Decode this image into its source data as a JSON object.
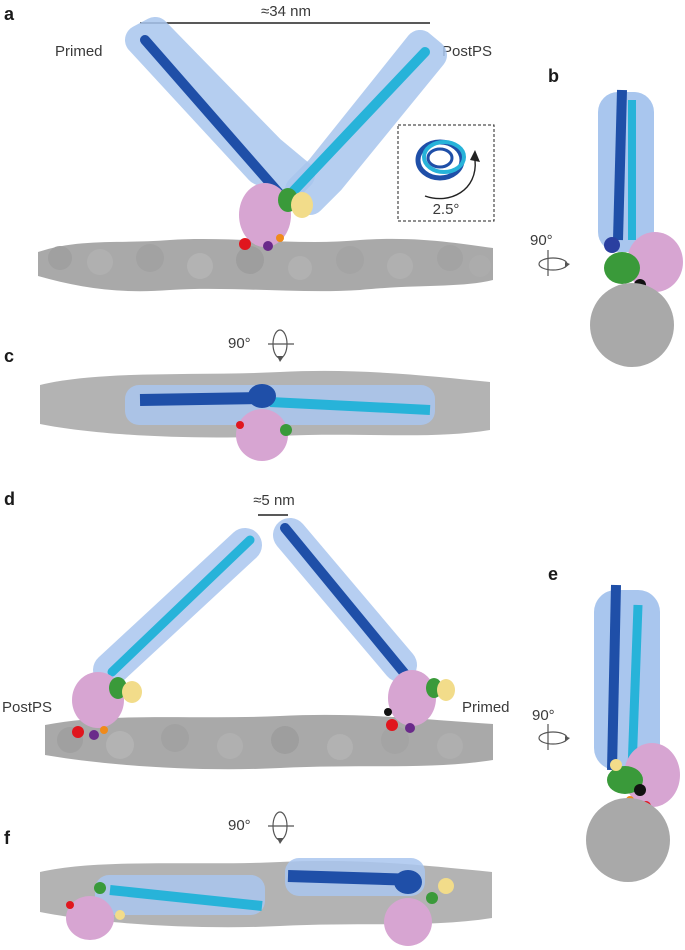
{
  "panels": {
    "a": {
      "letter": "a",
      "scale_text": "≈34 nm",
      "left_label": "Primed",
      "right_label": "PostPS",
      "inset_angle": "2.5°"
    },
    "b": {
      "letter": "b",
      "rotation": "90°"
    },
    "c": {
      "letter": "c",
      "rotation": "90°"
    },
    "d": {
      "letter": "d",
      "scale_text": "≈5 nm",
      "left_label": "PostPS",
      "right_label": "Primed"
    },
    "e": {
      "letter": "e",
      "rotation": "90°"
    },
    "f": {
      "letter": "f",
      "rotation": "90°"
    }
  },
  "colors": {
    "actin": "#a9a9a9",
    "actin_dark": "#8f8f8f",
    "primed_lever": "#1f4fa8",
    "postps_lever": "#27b3d9",
    "light_chain": "#9fc3ee",
    "motor": "#d7a5d2",
    "converter": "#3a9a3a",
    "elc": "#f2dc8a",
    "red": "#e0161e",
    "purple": "#6a2a8a",
    "orange": "#f08a1a",
    "black": "#111111"
  }
}
